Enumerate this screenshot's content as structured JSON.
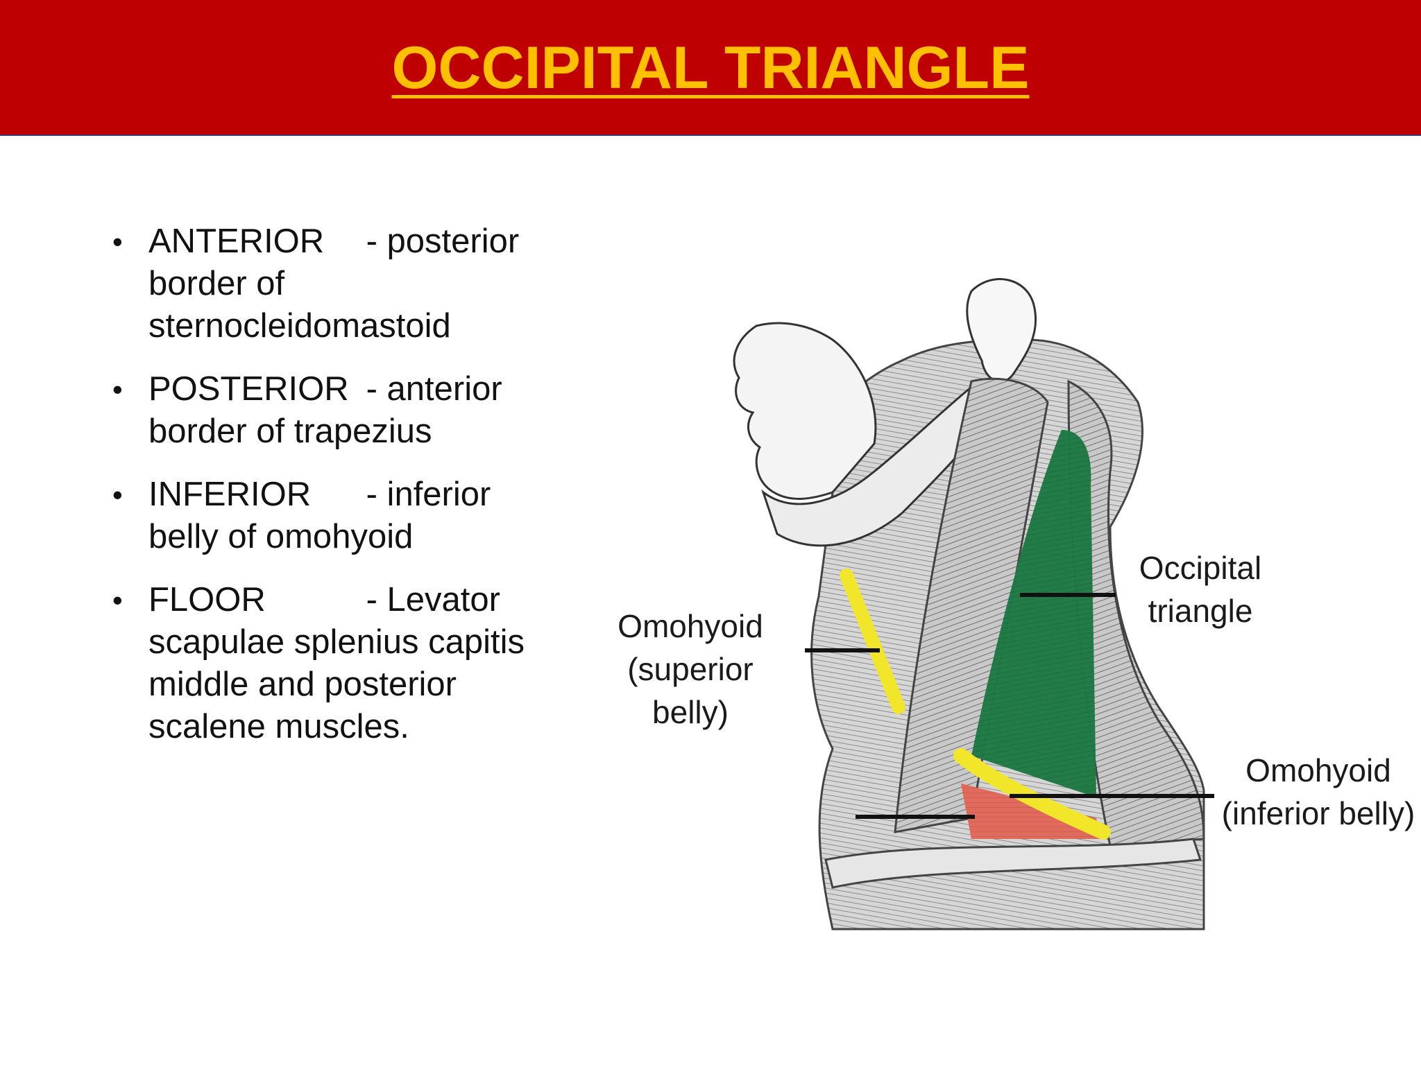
{
  "title": "OCCIPITAL TRIANGLE",
  "bullets": [
    {
      "label": "ANTERIOR",
      "sep": "- posterior",
      "rest": "border of sternocleidomastoid"
    },
    {
      "label": "POSTERIOR",
      "sep": "- anterior",
      "rest": "border of trapezius"
    },
    {
      "label": "INFERIOR",
      "sep": "- inferior",
      "rest": "belly of omohyoid"
    },
    {
      "label": "FLOOR",
      "sep": "- Levator",
      "rest": "scapulae splenius capitis middle and posterior scalene muscles."
    }
  ],
  "diagram": {
    "labels": {
      "occipital_line1": "Occipital",
      "occipital_line2": "triangle",
      "omohyoid_sup_line1": "Omohyoid",
      "omohyoid_sup_line2": "(superior belly)",
      "omohyoid_inf_line1": "Omohyoid",
      "omohyoid_inf_line2": "(inferior belly)"
    },
    "colors": {
      "occipital_triangle": "#1f7a45",
      "omohyoid": "#f1e62a",
      "subclavian_triangle": "#e06a5c",
      "muscle": "#9a9a9a"
    }
  }
}
